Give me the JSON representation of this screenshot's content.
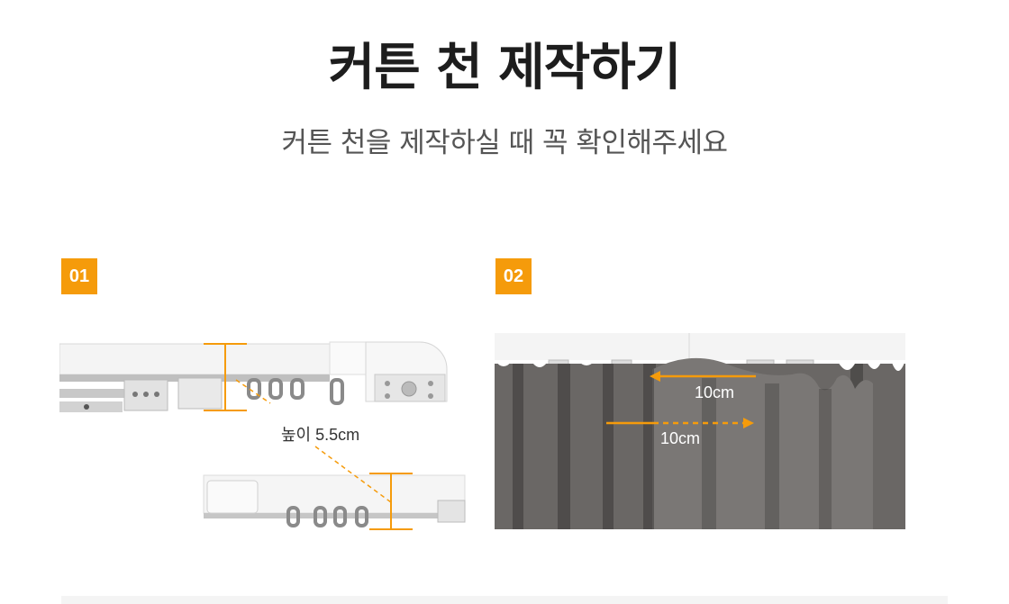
{
  "header": {
    "title": "커튼 천 제작하기",
    "subtitle": "커튼 천을 제작하실 때 꼭 확인해주세요"
  },
  "steps": [
    {
      "number": "01",
      "measure_label": "높이 5.5cm"
    },
    {
      "number": "02",
      "measure_top": "10cm",
      "measure_bottom": "10cm"
    }
  ],
  "colors": {
    "accent": "#f59b0b",
    "curtain": "#6f6c6a",
    "rail": "#f3f3f3"
  }
}
